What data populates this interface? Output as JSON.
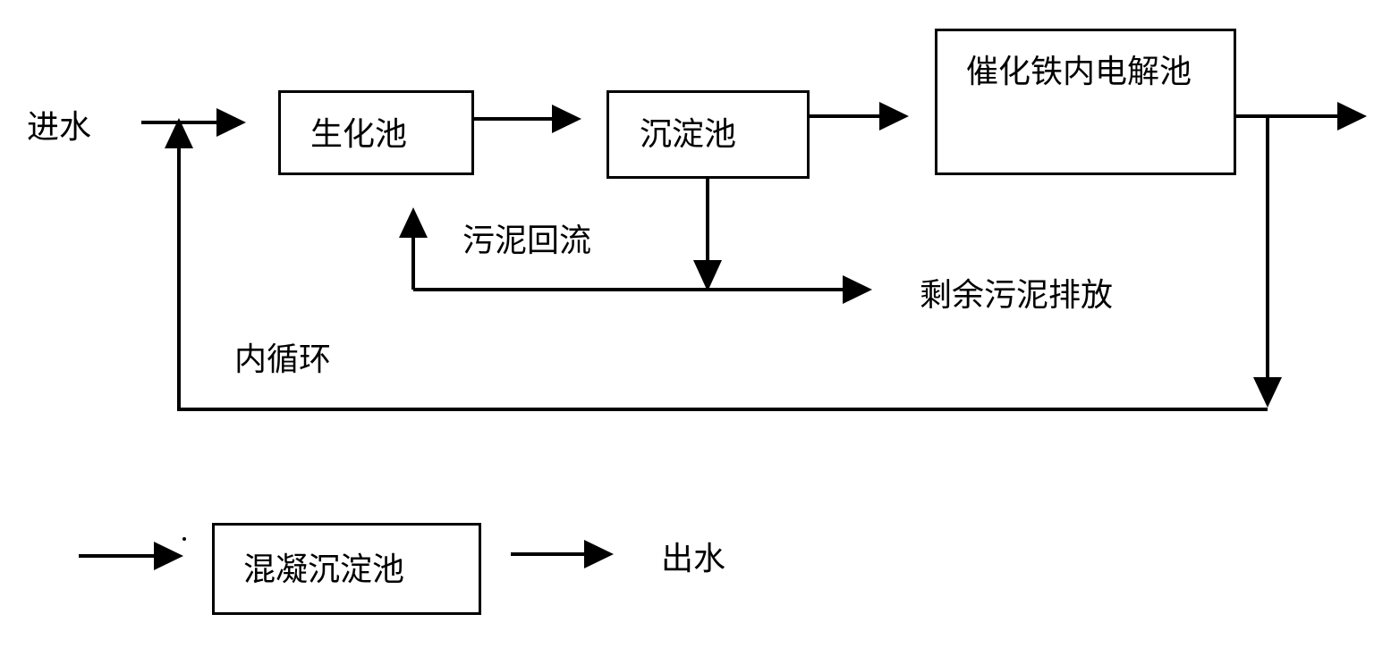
{
  "nodes": {
    "biochemical_tank": "生化池",
    "sedimentation_tank": "沉淀池",
    "catalytic_iron_electrolysis_tank": "催化铁内电解池",
    "coagulation_sedimentation_tank": "混凝沉淀池"
  },
  "labels": {
    "water_inlet": "进水",
    "sludge_return": "污泥回流",
    "excess_sludge_discharge": "剩余污泥排放",
    "internal_circulation": "内循环",
    "water_outlet": "出水"
  },
  "colors": {
    "line": "#000000",
    "background": "#ffffff"
  }
}
